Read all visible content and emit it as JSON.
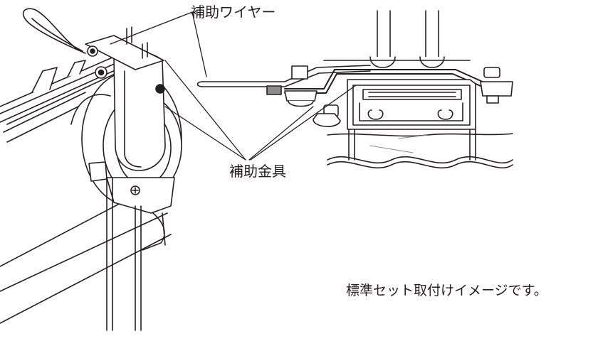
{
  "labels": {
    "wire": "補助ワイヤー",
    "bracket": "補助金具"
  },
  "caption": "標準セット取付けイメージです。",
  "colors": {
    "line": "#231f20",
    "fill": "#ffffff",
    "shade": "#8c8c8c"
  }
}
